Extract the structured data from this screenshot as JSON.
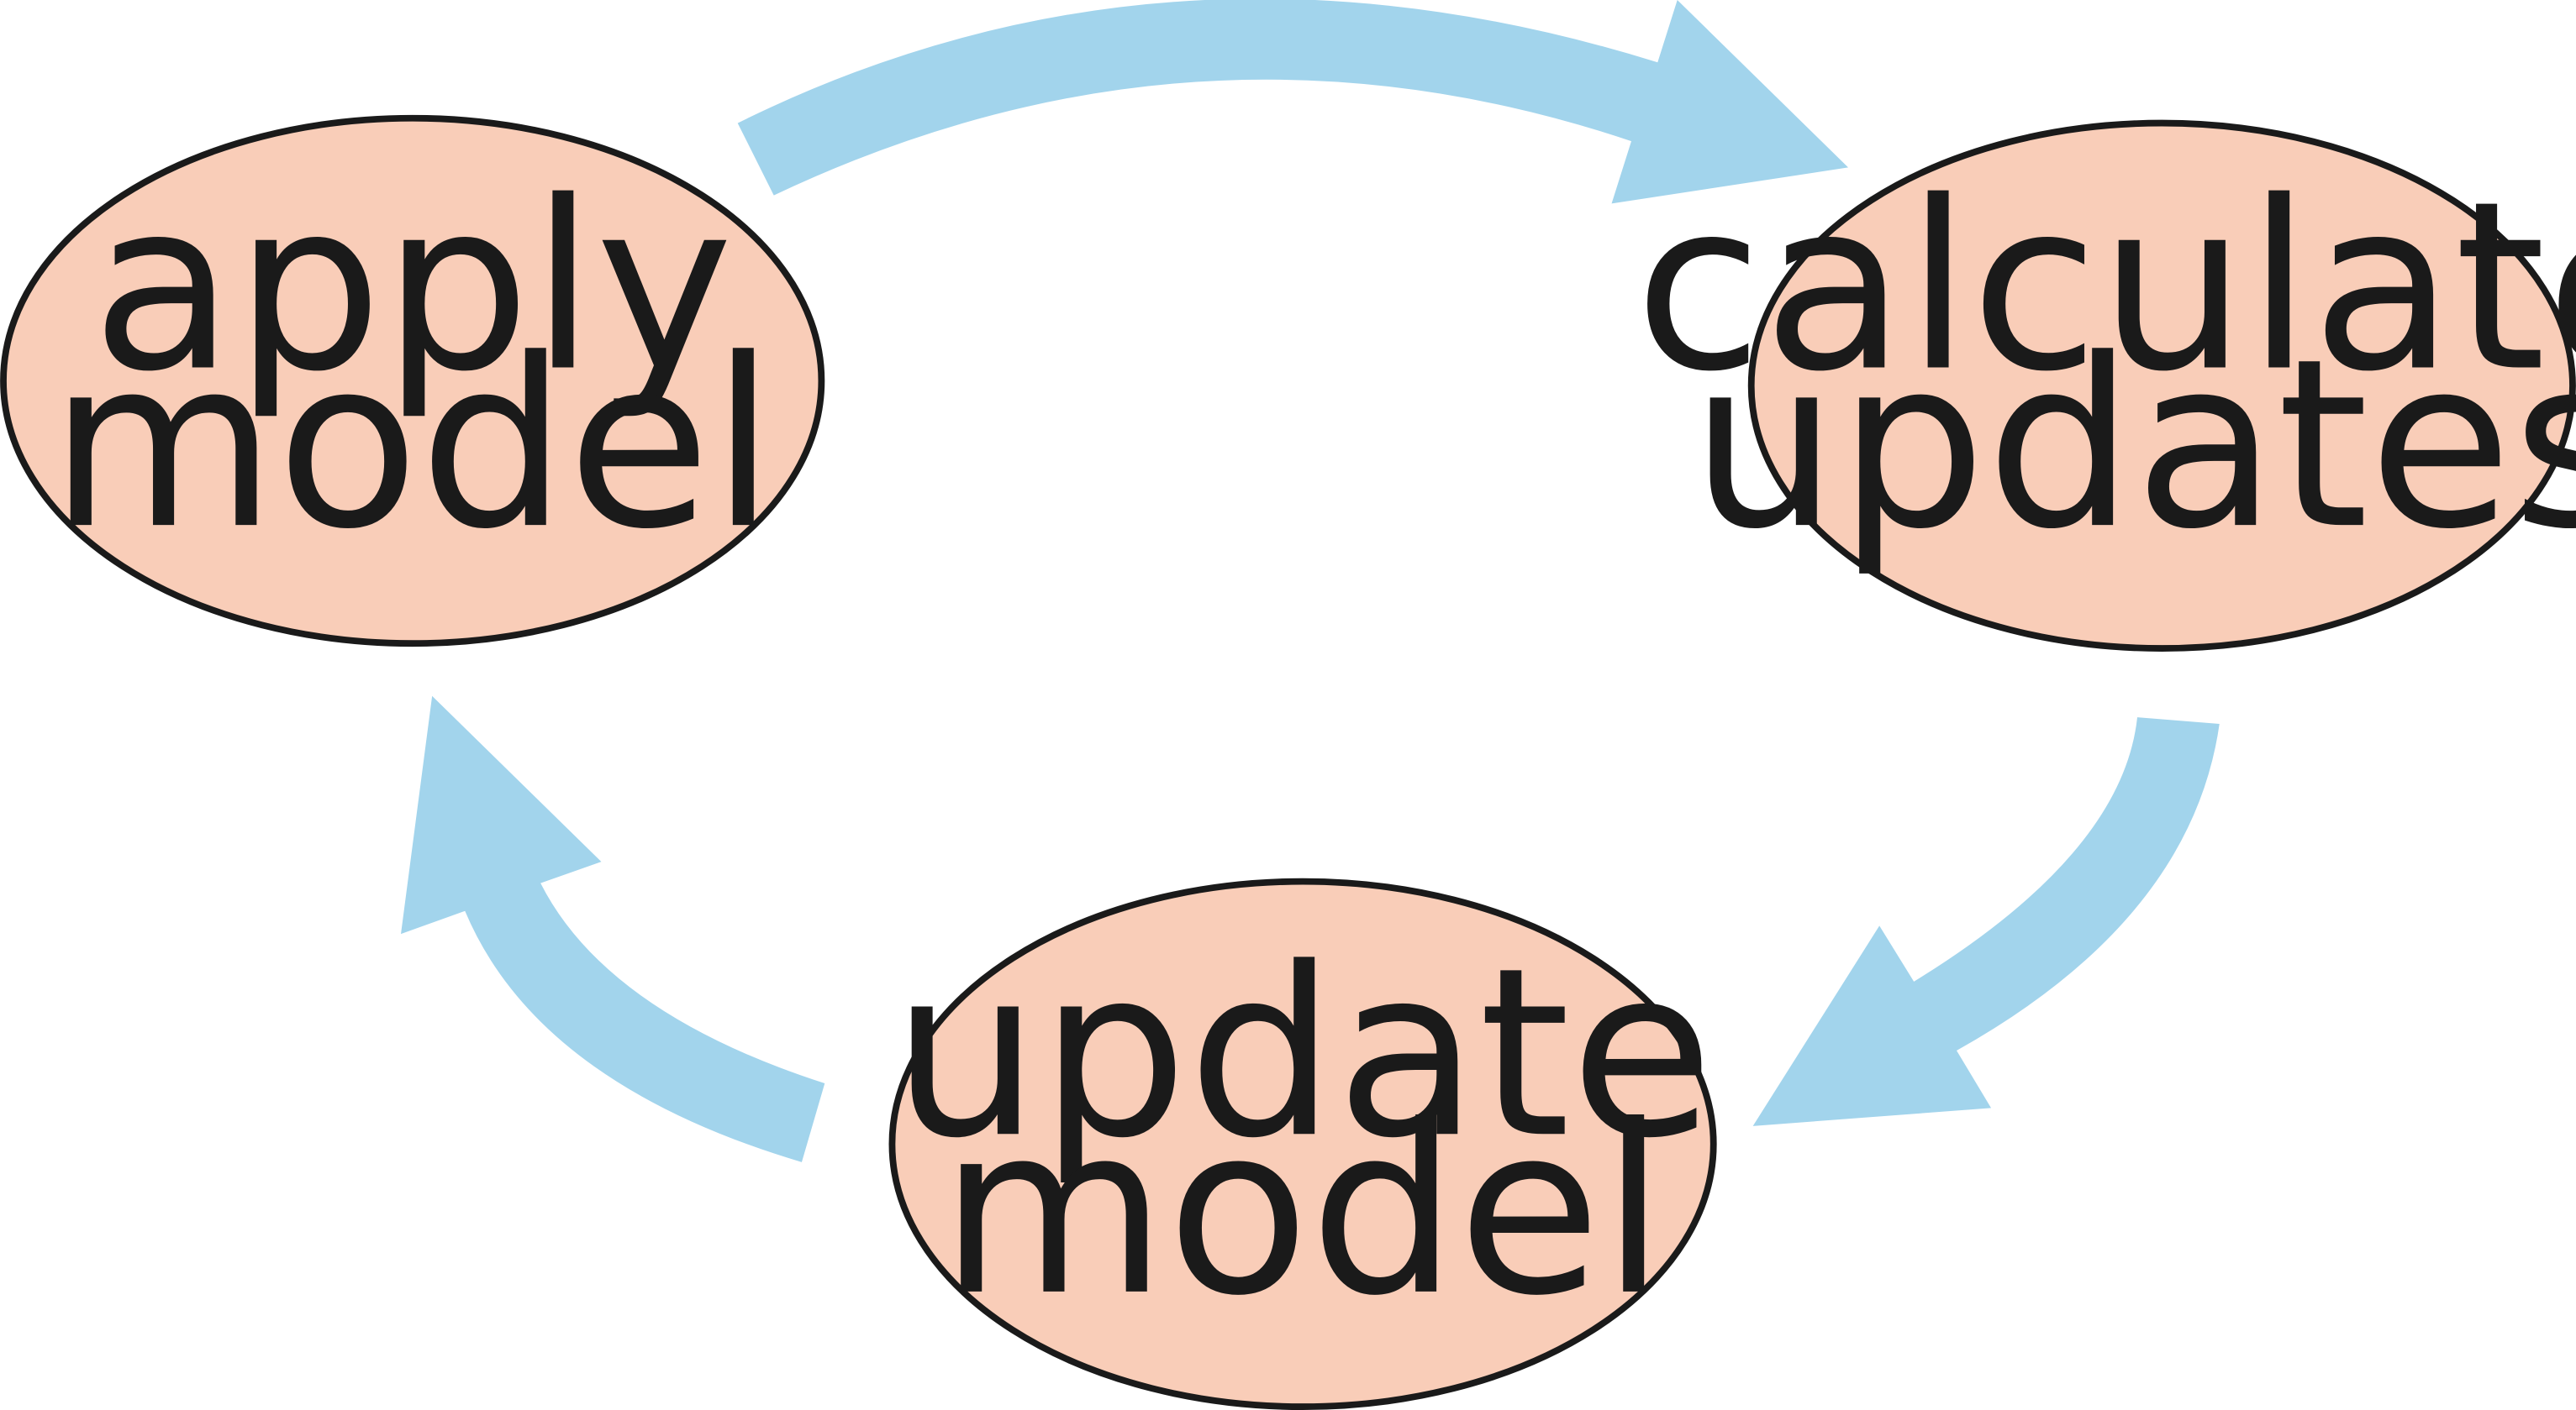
{
  "colors": {
    "node_fill": "#f9cdb8",
    "arrow_fill": "#a2d4ec",
    "text": "#1a1a1a"
  },
  "nodes": {
    "apply_model": {
      "line1": "apply",
      "line2": "model"
    },
    "calculate_updates": {
      "line1": "calculate",
      "line2": "updates"
    },
    "update_model": {
      "line1": "update",
      "line2": "model"
    }
  },
  "edges": [
    {
      "from": "apply model",
      "to": "calculate updates"
    },
    {
      "from": "calculate updates",
      "to": "update model"
    },
    {
      "from": "update model",
      "to": "apply model"
    }
  ]
}
